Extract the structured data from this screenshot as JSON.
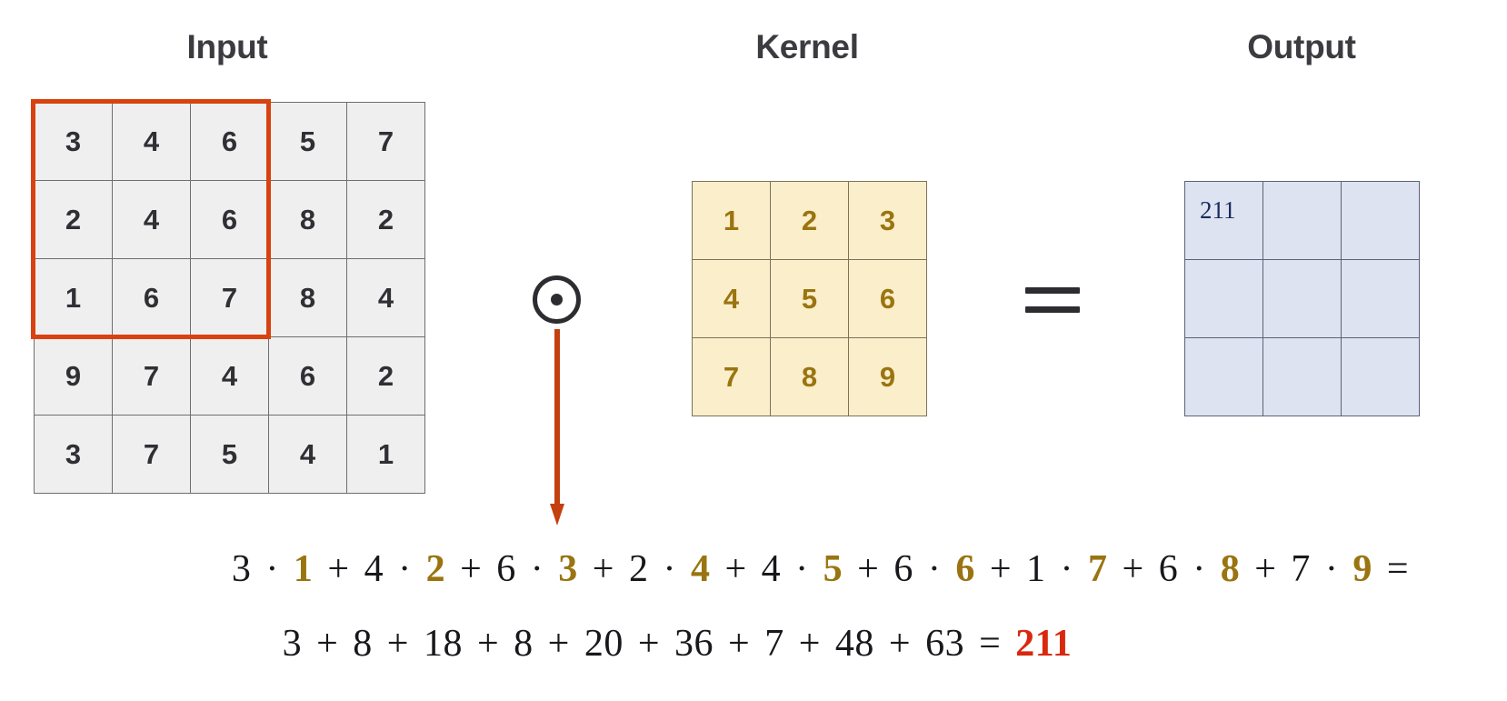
{
  "headings": {
    "input": "Input",
    "kernel": "Kernel",
    "output": "Output"
  },
  "operators": {
    "hadamard": "circled-dot-operator",
    "equals": "=",
    "arrow": "down-arrow"
  },
  "colors": {
    "input_cell_fill": "#efeff0",
    "input_text": "#2f2f34",
    "highlight_border": "#d8420f",
    "kernel_cell_fill": "#fbeeca",
    "kernel_text": "#9a7410",
    "output_cell_fill": "#dde3f1",
    "output_text": "#1b2a5e",
    "arrow": "#c4400f",
    "result_red": "#d8290f",
    "heading_text": "#3b3b40"
  },
  "chart_data": {
    "type": "table",
    "title": "2D Convolution: Input ⊙ Kernel = Output",
    "input": {
      "label": "Input",
      "rows": 5,
      "cols": 5,
      "values": [
        [
          3,
          4,
          6,
          5,
          7
        ],
        [
          2,
          4,
          6,
          8,
          2
        ],
        [
          1,
          6,
          7,
          8,
          4
        ],
        [
          9,
          7,
          4,
          6,
          2
        ],
        [
          3,
          7,
          5,
          4,
          1
        ]
      ],
      "highlight_region": {
        "row_start": 0,
        "col_start": 0,
        "rows": 3,
        "cols": 3,
        "values": [
          [
            3,
            4,
            6
          ],
          [
            2,
            4,
            6
          ],
          [
            1,
            6,
            7
          ]
        ]
      }
    },
    "kernel": {
      "label": "Kernel",
      "rows": 3,
      "cols": 3,
      "values": [
        [
          1,
          2,
          3
        ],
        [
          4,
          5,
          6
        ],
        [
          7,
          8,
          9
        ]
      ]
    },
    "output": {
      "label": "Output",
      "rows": 3,
      "cols": 3,
      "values": [
        [
          "211",
          "",
          ""
        ],
        [
          "",
          "",
          ""
        ],
        [
          "",
          "",
          ""
        ]
      ]
    },
    "products": [
      3,
      8,
      18,
      8,
      20,
      36,
      7,
      48,
      63
    ],
    "sum": 211
  },
  "equation_line_1": {
    "terms": [
      {
        "input": "3",
        "kernel": "1"
      },
      {
        "input": "4",
        "kernel": "2"
      },
      {
        "input": "6",
        "kernel": "3"
      },
      {
        "input": "2",
        "kernel": "4"
      },
      {
        "input": "4",
        "kernel": "5"
      },
      {
        "input": "6",
        "kernel": "6"
      },
      {
        "input": "1",
        "kernel": "7"
      },
      {
        "input": "6",
        "kernel": "8"
      },
      {
        "input": "7",
        "kernel": "9"
      }
    ],
    "multiply_symbol": "·",
    "plus_symbol": "+",
    "trailing_equals": "="
  },
  "equation_line_2": {
    "terms": [
      "3",
      "8",
      "18",
      "8",
      "20",
      "36",
      "7",
      "48",
      "63"
    ],
    "plus_symbol": "+",
    "equals": "=",
    "result": "211"
  }
}
